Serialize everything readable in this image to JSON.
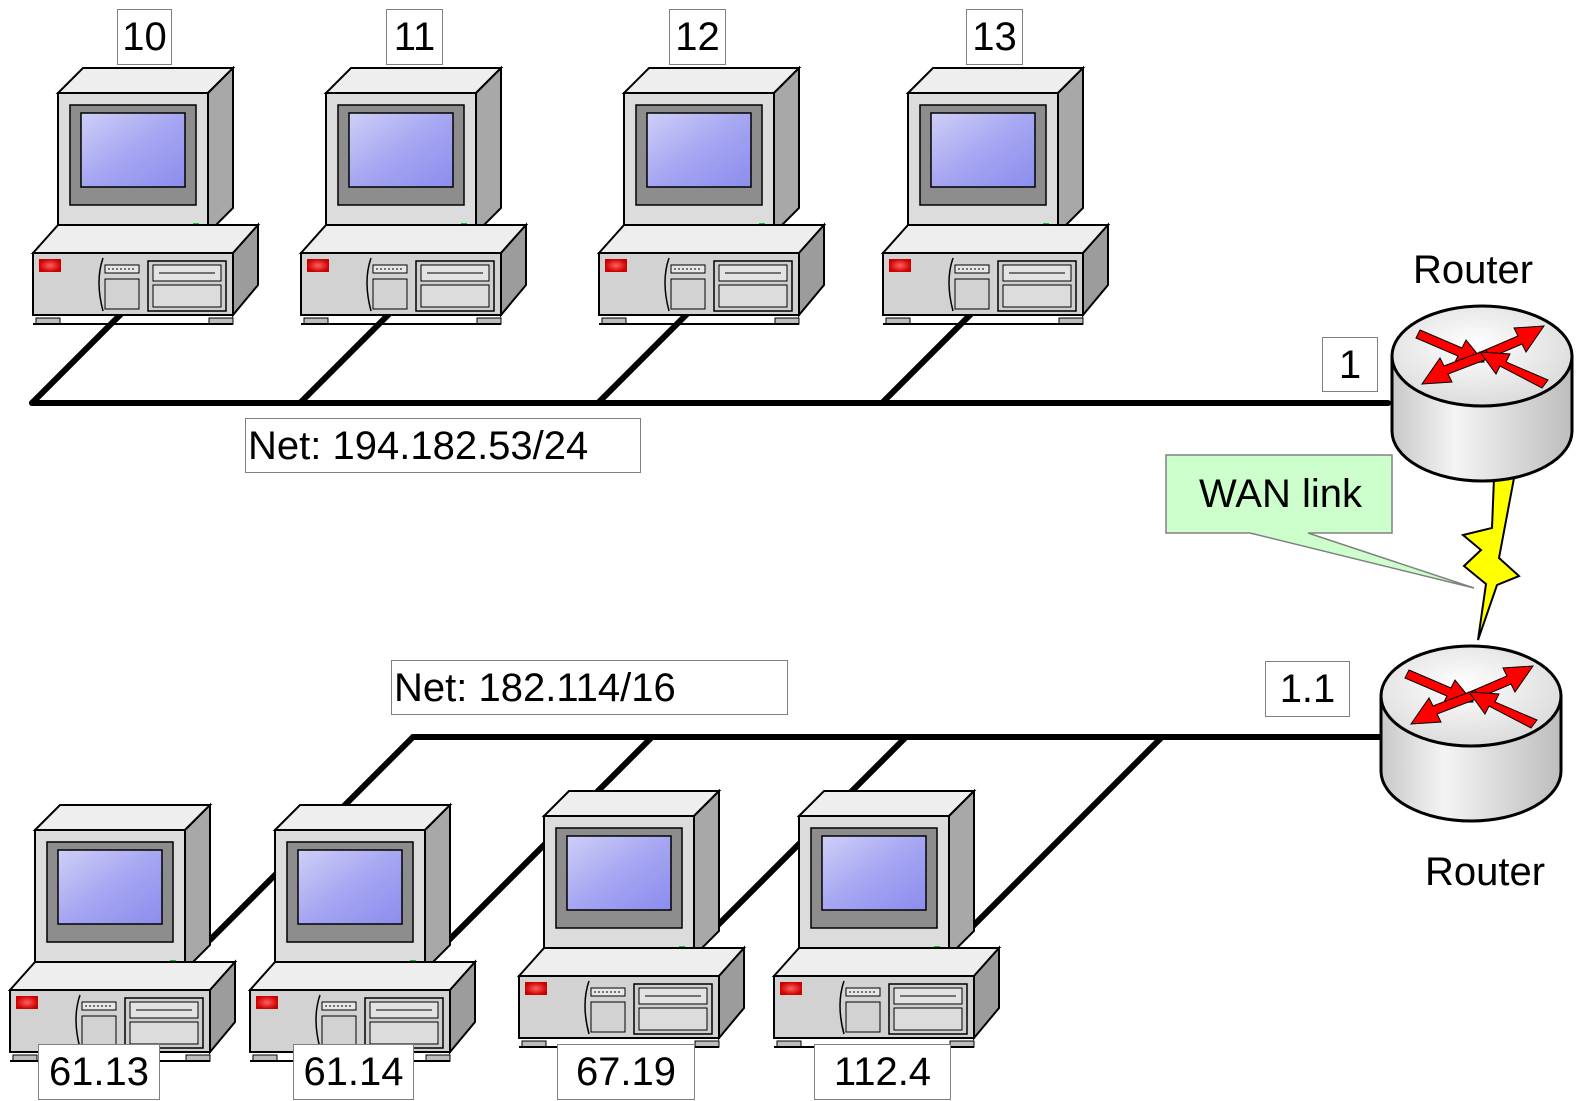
{
  "top_network": {
    "label": "Net: 194.182.53/24",
    "hosts": [
      "10",
      "11",
      "12",
      "13"
    ],
    "router_interface": "1"
  },
  "bottom_network": {
    "label": "Net: 182.114/16",
    "hosts": [
      "61.13",
      "61.14",
      "67.19",
      "112.4"
    ],
    "router_interface": "1.1"
  },
  "routers": {
    "top_label": "Router",
    "bottom_label": "Router"
  },
  "wan_link": {
    "label": "WAN link"
  },
  "colors": {
    "ethernet_line": "#000000",
    "computer_body": "#d4d4d4",
    "screen": "#a9a9f5",
    "router_arrows": "#ff0000",
    "wan_bolt": "#ffff00",
    "callout_fill": "#ccffcc"
  },
  "icons": [
    "computer-icon",
    "router-icon",
    "lightning-bolt-icon"
  ]
}
